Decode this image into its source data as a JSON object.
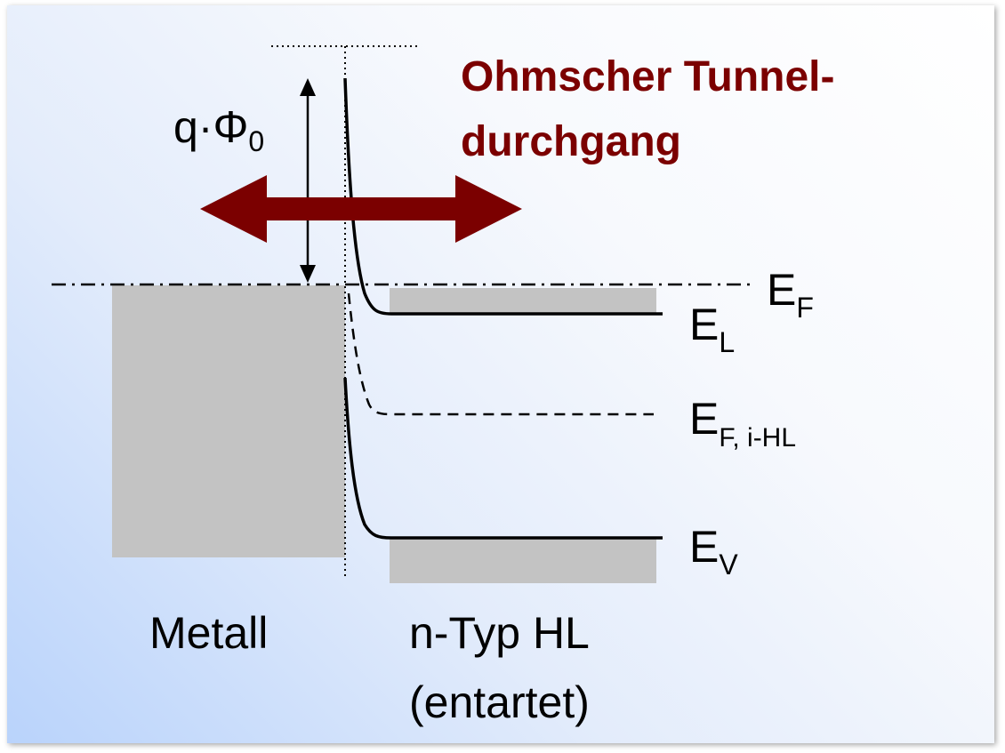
{
  "title": {
    "line1": "Ohmscher Tunnel-",
    "line2": "durchgang",
    "color": "#7b0000"
  },
  "barrier_label": {
    "q": "q·Φ",
    "sub": "0"
  },
  "levels": {
    "fermi": {
      "main": "E",
      "sub": "F"
    },
    "conduction": {
      "main": "E",
      "sub": "L"
    },
    "intrinsic_fermi": {
      "main": "E",
      "sub": "F, i-HL"
    },
    "valence": {
      "main": "E",
      "sub": "V"
    }
  },
  "regions": {
    "metal": "Metall",
    "semiconductor_line1": "n-Typ HL",
    "semiconductor_line2": "(entartet)"
  },
  "colors": {
    "fill_gray": "#c3c3c3",
    "arrow": "#7b0000",
    "line": "#000000"
  }
}
